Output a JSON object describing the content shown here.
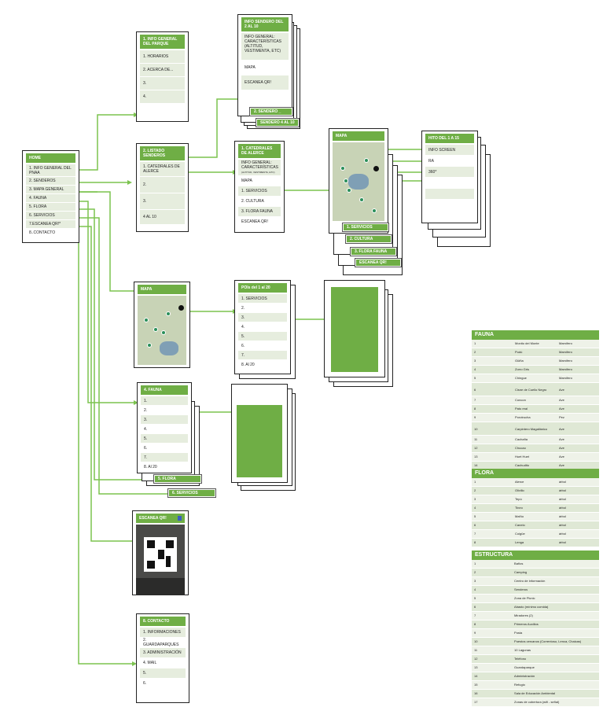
{
  "home": {
    "title": "HOME",
    "items": [
      "1. INFO GENERAL DEL PNAA",
      "2. SENDEROS",
      "3. MAPA GENERAL",
      "4. FAUNA",
      "5. FLORA",
      "6. SERVICIOS",
      "7.ESCANEA QR!*",
      "8..CONTACTO"
    ]
  },
  "info_general": {
    "title": "1. INFO GENERAL DEL PARQUE",
    "items": [
      "1.   HORARIOS",
      "2. ACERCA DE...",
      "3.",
      "4."
    ]
  },
  "listado": {
    "title": "2. LISTADO SENDEROS",
    "items": [
      "1. CATEDRALES DE ALERCE",
      "2.",
      "3.",
      "4 AL 10"
    ]
  },
  "info_sendero": {
    "title": "INFO SENDERO DEL 2 AL 10",
    "items": [
      "INFO GENERAL: CARACTERÍSTICAS (ALTITUD, VESTIMENTA, ETC)",
      "MAPA",
      "ESCANEA QR!"
    ],
    "tabs": [
      "2. SENDERO _",
      "SENDERO 4 AL 10"
    ]
  },
  "catedrales": {
    "title": "1. CATEDRALES DE ALERCE",
    "items": [
      "INFO GENERAL: CARACTERÍSTICAS",
      "MAPA",
      "1.  SERVICIOS",
      "2. CULTURA",
      "3. FLORA FAUNA",
      "ESCANEA QR!"
    ],
    "small": "(ALTITUD, VESTIMENTA, ETC)"
  },
  "mapa_sendero": {
    "title": "MAPA",
    "tabs": [
      "1. SERVICIOS",
      "2. CULTURA",
      "3. FLORA FAUNA",
      "ESCANEA QR!"
    ]
  },
  "hito": {
    "title": "HITO DEL  1 A 15",
    "items": [
      "INFO SCREEN",
      "RA",
      "360*"
    ]
  },
  "mapa_general": {
    "title": "MAPA"
  },
  "pois": {
    "title": "POIs del 1 al 20",
    "items": [
      "1.   SERVICIOS",
      "2.",
      "3.",
      "4.",
      "5.",
      "6.",
      "7.",
      "8. Al 20"
    ]
  },
  "fauna_screen": {
    "title": "4. FAUNA",
    "items": [
      "1.",
      "2.",
      "3.",
      "4.",
      "5.",
      "6.",
      "7.",
      "8. Al 20"
    ],
    "tabs": [
      "5. FLORA",
      "6. SERVICIOS"
    ]
  },
  "escanea": {
    "title": "ESCANEA QR!"
  },
  "contacto": {
    "title": "8. CONTACTO",
    "items": [
      "1. INFORMACIONES",
      "2. GUARDAPARQUES",
      "3. ADMINISTRACIÓN",
      "4. MAIL",
      "5.",
      "6."
    ]
  },
  "fauna_table": {
    "title": "FAUNA",
    "rows": [
      [
        "1",
        "Monito del Monte",
        "Mamífero"
      ],
      [
        "2",
        "Pudú",
        "Mamífero"
      ],
      [
        "3",
        "Güiña",
        "Mamífero"
      ],
      [
        "4",
        "Zorro Gris",
        "Mamífero"
      ],
      [
        "5",
        "Chingue",
        "Mamífero"
      ],
      [
        "6",
        "Cisne de Cuello Negro",
        "Ave"
      ],
      [
        "7",
        "Concon",
        "Ave"
      ],
      [
        "8",
        "Pato real",
        "Ave"
      ],
      [
        "9",
        "Porotrucha",
        "Pez"
      ],
      [
        "10",
        "Carpintero Magallánico",
        "Ave"
      ],
      [
        "11",
        "Cachaña",
        "Ave"
      ],
      [
        "12",
        "Chucao",
        "Ave"
      ],
      [
        "13",
        "Huet Huet",
        "Ave"
      ],
      [
        "14",
        "Cachudito",
        "Ave"
      ]
    ]
  },
  "flora_table": {
    "title": "FLORA",
    "rows": [
      [
        "1",
        "Alerce",
        "árbol"
      ],
      [
        "2",
        "Olivillo",
        "árbol"
      ],
      [
        "3",
        "Tepú",
        "árbol"
      ],
      [
        "4",
        "Tineo",
        "árbol"
      ],
      [
        "5",
        "Mañío",
        "árbol"
      ],
      [
        "6",
        "Canelo",
        "árbol"
      ],
      [
        "7",
        "Coigüe",
        "árbol"
      ],
      [
        "8",
        "Lenga",
        "árbol"
      ]
    ]
  },
  "estructura_table": {
    "title": "ESTRUCTURA",
    "rows": [
      [
        "1",
        "Baños"
      ],
      [
        "2",
        "Camping"
      ],
      [
        "3",
        "Centro de información"
      ],
      [
        "4",
        "Senderos"
      ],
      [
        "5",
        "Zona de Picnic"
      ],
      [
        "6",
        "Abasto (mínimo comida)"
      ],
      [
        "7",
        "Miradores (2)"
      ],
      [
        "8",
        "Primeros Auxilios"
      ],
      [
        "9",
        "Posta"
      ],
      [
        "10",
        "Puestos cercanos (Correntoso, Lenca, Chaicas)"
      ],
      [
        "11",
        "10 Lagunas"
      ],
      [
        "12",
        "Teléfono"
      ],
      [
        "13",
        "Guardaparque"
      ],
      [
        "14",
        "Administración"
      ],
      [
        "15",
        "Refugio"
      ],
      [
        "16",
        "Sala de Educación Ambiental"
      ],
      [
        "17",
        "Zonas de cobertura (wifi - señal)"
      ]
    ]
  }
}
